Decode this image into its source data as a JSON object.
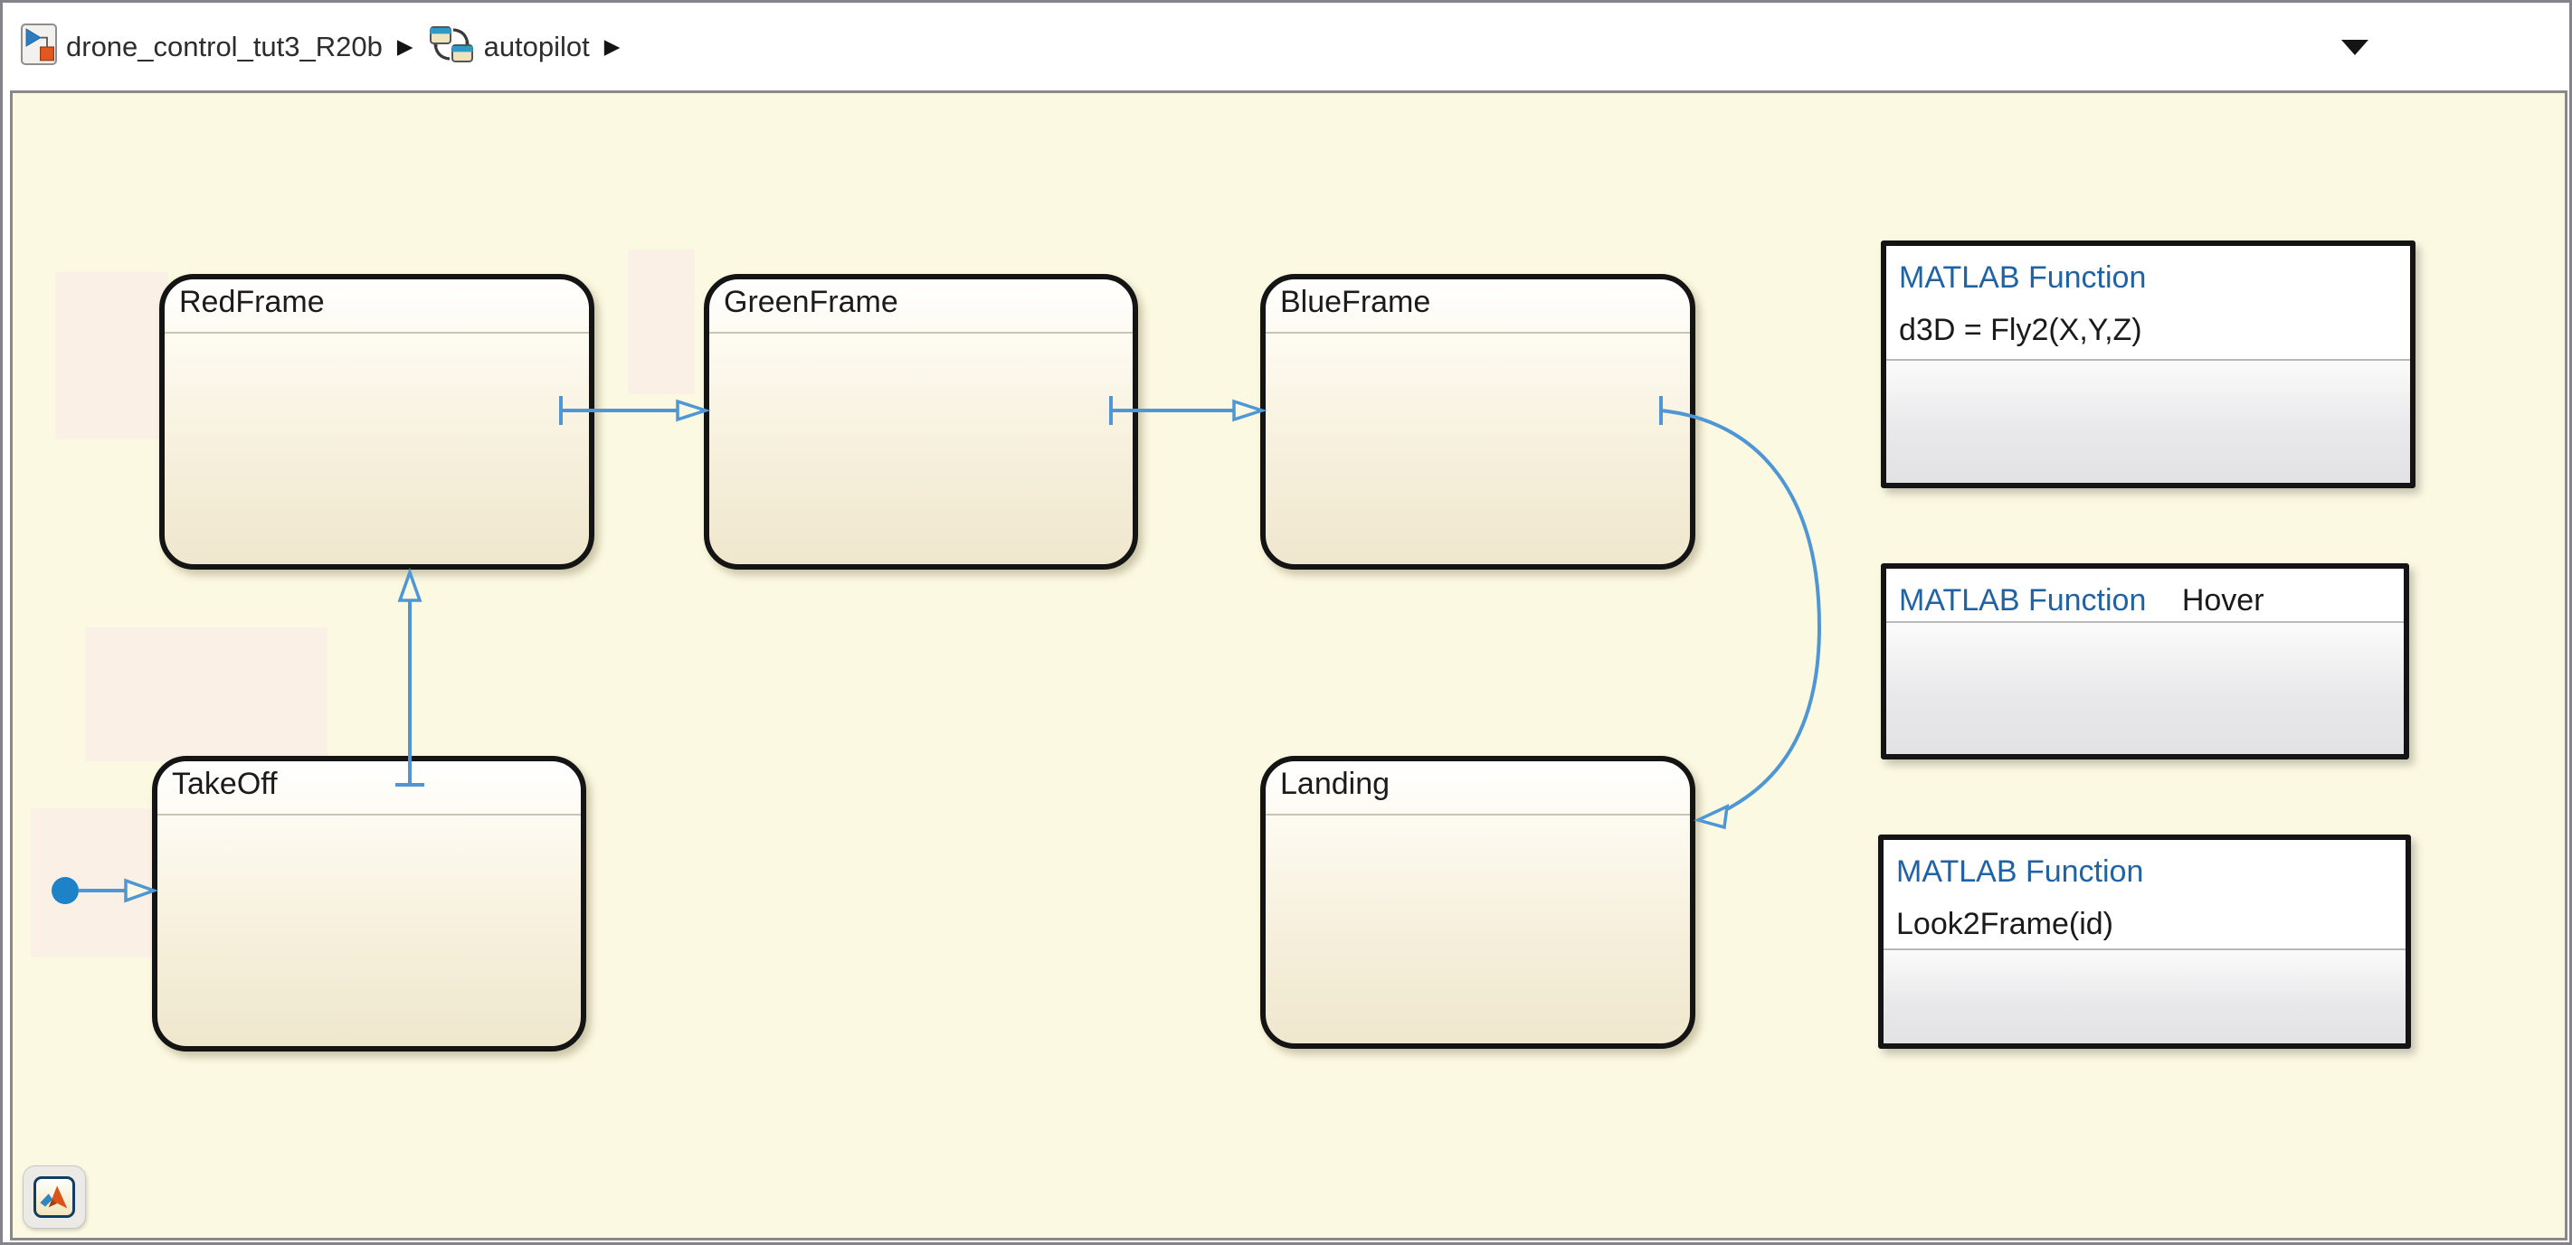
{
  "breadcrumb": {
    "separator": "▶",
    "items": [
      {
        "label": "drone_control_tut3_R20b",
        "icon": "simulink-model-icon"
      },
      {
        "label": "autopilot",
        "icon": "stateflow-chart-icon"
      }
    ]
  },
  "states": [
    {
      "id": "RedFrame",
      "label": "RedFrame"
    },
    {
      "id": "GreenFrame",
      "label": "GreenFrame"
    },
    {
      "id": "BlueFrame",
      "label": "BlueFrame"
    },
    {
      "id": "TakeOff",
      "label": "TakeOff"
    },
    {
      "id": "Landing",
      "label": "Landing"
    }
  ],
  "functions": [
    {
      "header": "MATLAB Function",
      "signature": "d3D = Fly2(X,Y,Z)"
    },
    {
      "header": "MATLAB Function",
      "signature": "Hover"
    },
    {
      "header": "MATLAB Function",
      "signature": "Look2Frame(id)"
    }
  ],
  "transitions": [
    {
      "name": "default-to-TakeOff",
      "from": "initial",
      "to": "TakeOff"
    },
    {
      "name": "TakeOff-to-RedFrame",
      "from": "TakeOff",
      "to": "RedFrame"
    },
    {
      "name": "RedFrame-to-GreenFrame",
      "from": "RedFrame",
      "to": "GreenFrame"
    },
    {
      "name": "GreenFrame-to-BlueFrame",
      "from": "GreenFrame",
      "to": "BlueFrame"
    },
    {
      "name": "BlueFrame-to-Landing",
      "from": "BlueFrame",
      "to": "Landing"
    }
  ],
  "colors": {
    "canvas_background": "#FCF9E2",
    "transition_blue": "#4E96D4",
    "default_dot_blue": "#1E82C8",
    "matlab_function_blue": "#2063A5",
    "state_border": "#141414"
  }
}
